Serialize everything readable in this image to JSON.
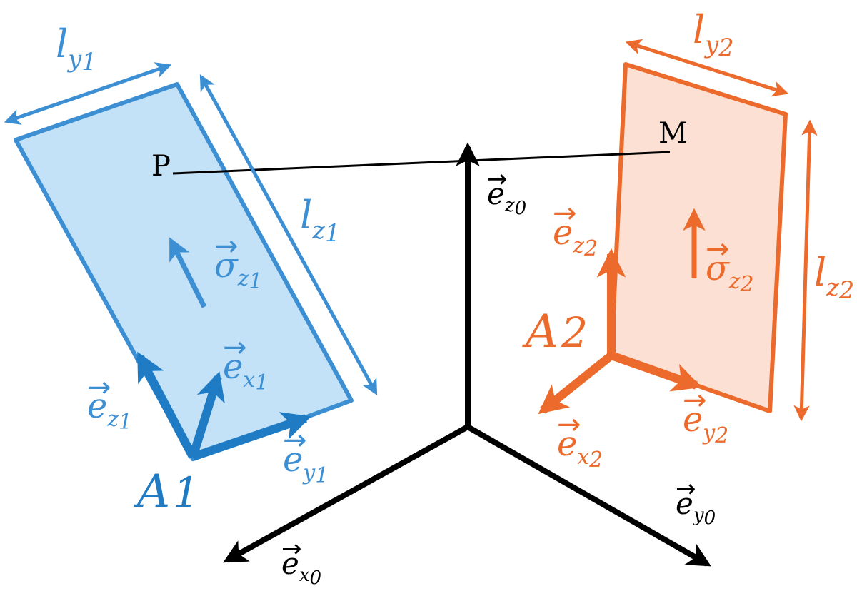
{
  "colors": {
    "blue": "#3d8fd4",
    "blue_fill": "#c3e2f7",
    "blue_dark": "#1f7bc4",
    "orange": "#ec6a2b",
    "orange_fill": "#fce0d3",
    "black": "#000000"
  },
  "labels": {
    "point_p": "P",
    "point_m": "M",
    "arrow": "→",
    "e": "e",
    "sigma": "σ",
    "l": "l",
    "A": "A",
    "ly1_sub": "y",
    "ly1_idx": "1",
    "lz1_sub": "z",
    "lz1_idx": "1",
    "ly2_sub": "y",
    "ly2_idx": "2",
    "lz2_sub": "z",
    "lz2_idx": "2",
    "A1_idx": "1",
    "A2_idx": "2",
    "ez1_sub": "z",
    "ez1_idx": "1",
    "ex1_sub": "x",
    "ex1_idx": "1",
    "ey1_sub": "y",
    "ey1_idx": "1",
    "ez2_sub": "z",
    "ez2_idx": "2",
    "ex2_sub": "x",
    "ex2_idx": "2",
    "ey2_sub": "y",
    "ey2_idx": "2",
    "sig1_sub": "z",
    "sig1_idx": "1",
    "sig2_sub": "z",
    "sig2_idx": "2",
    "ez0_sub": "z",
    "ez0_idx": "0",
    "ex0_sub": "x",
    "ex0_idx": "0",
    "ey0_sub": "y",
    "ey0_idx": "0"
  }
}
